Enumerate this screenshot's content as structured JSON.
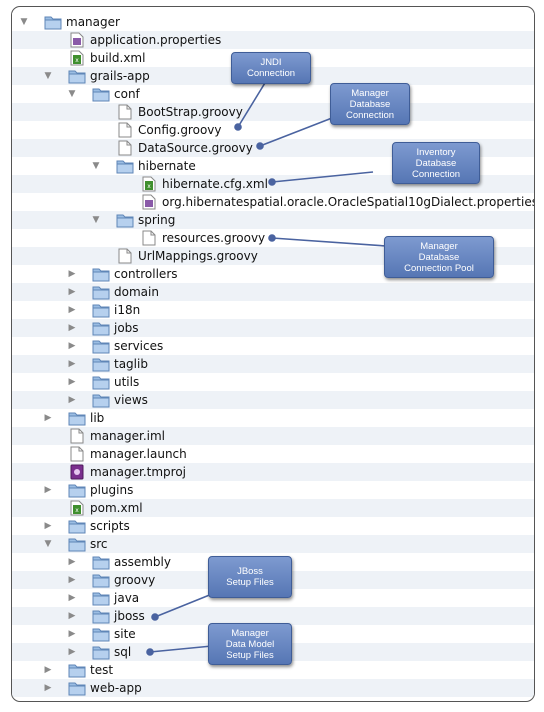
{
  "tree": [
    {
      "label": "manager",
      "type": "folder",
      "level": 0,
      "state": "open"
    },
    {
      "label": "application.properties",
      "type": "file-props",
      "level": 1,
      "state": "none"
    },
    {
      "label": "build.xml",
      "type": "file-xml",
      "level": 1,
      "state": "none"
    },
    {
      "label": "grails-app",
      "type": "folder",
      "level": 1,
      "state": "open"
    },
    {
      "label": "conf",
      "type": "folder",
      "level": 2,
      "state": "open"
    },
    {
      "label": "BootStrap.groovy",
      "type": "file",
      "level": 3,
      "state": "none"
    },
    {
      "label": "Config.groovy",
      "type": "file",
      "level": 3,
      "state": "none"
    },
    {
      "label": "DataSource.groovy",
      "type": "file",
      "level": 3,
      "state": "none"
    },
    {
      "label": "hibernate",
      "type": "folder",
      "level": 3,
      "state": "open"
    },
    {
      "label": "hibernate.cfg.xml",
      "type": "file-xml",
      "level": 4,
      "state": "none"
    },
    {
      "label": "org.hibernatespatial.oracle.OracleSpatial10gDialect.properties",
      "type": "file-props",
      "level": 4,
      "state": "none"
    },
    {
      "label": "spring",
      "type": "folder",
      "level": 3,
      "state": "open"
    },
    {
      "label": "resources.groovy",
      "type": "file",
      "level": 4,
      "state": "none"
    },
    {
      "label": "UrlMappings.groovy",
      "type": "file",
      "level": 3,
      "state": "none"
    },
    {
      "label": "controllers",
      "type": "folder",
      "level": 2,
      "state": "closed"
    },
    {
      "label": "domain",
      "type": "folder",
      "level": 2,
      "state": "closed"
    },
    {
      "label": "i18n",
      "type": "folder",
      "level": 2,
      "state": "closed"
    },
    {
      "label": "jobs",
      "type": "folder",
      "level": 2,
      "state": "closed"
    },
    {
      "label": "services",
      "type": "folder",
      "level": 2,
      "state": "closed"
    },
    {
      "label": "taglib",
      "type": "folder",
      "level": 2,
      "state": "closed"
    },
    {
      "label": "utils",
      "type": "folder",
      "level": 2,
      "state": "closed"
    },
    {
      "label": "views",
      "type": "folder",
      "level": 2,
      "state": "closed"
    },
    {
      "label": "lib",
      "type": "folder",
      "level": 1,
      "state": "closed"
    },
    {
      "label": "manager.iml",
      "type": "file",
      "level": 1,
      "state": "none"
    },
    {
      "label": "manager.launch",
      "type": "file",
      "level": 1,
      "state": "none"
    },
    {
      "label": "manager.tmproj",
      "type": "file-proj",
      "level": 1,
      "state": "none"
    },
    {
      "label": "plugins",
      "type": "folder",
      "level": 1,
      "state": "closed"
    },
    {
      "label": "pom.xml",
      "type": "file-xml",
      "level": 1,
      "state": "none"
    },
    {
      "label": "scripts",
      "type": "folder",
      "level": 1,
      "state": "closed"
    },
    {
      "label": "src",
      "type": "folder",
      "level": 1,
      "state": "open"
    },
    {
      "label": "assembly",
      "type": "folder",
      "level": 2,
      "state": "closed"
    },
    {
      "label": "groovy",
      "type": "folder",
      "level": 2,
      "state": "closed"
    },
    {
      "label": "java",
      "type": "folder",
      "level": 2,
      "state": "closed"
    },
    {
      "label": "jboss",
      "type": "folder",
      "level": 2,
      "state": "closed"
    },
    {
      "label": "site",
      "type": "folder",
      "level": 2,
      "state": "closed"
    },
    {
      "label": "sql",
      "type": "folder",
      "level": 2,
      "state": "closed"
    },
    {
      "label": "test",
      "type": "folder",
      "level": 1,
      "state": "closed"
    },
    {
      "label": "web-app",
      "type": "folder",
      "level": 1,
      "state": "closed"
    }
  ],
  "callouts": {
    "jndi": "JNDI\nConnection",
    "manager_db": "Manager\nDatabase\nConnection",
    "inventory_db": "Inventory\nDatabase\nConnection",
    "manager_pool": "Manager\nDatabase\nConnection Pool",
    "jboss": "JBoss\nSetup Files",
    "manager_dm": "Manager\nData Model\nSetup Files"
  },
  "colors": {
    "callout_fill": "#6686c3",
    "folder": "#8eb4dc",
    "connector": "#4a63a0"
  }
}
